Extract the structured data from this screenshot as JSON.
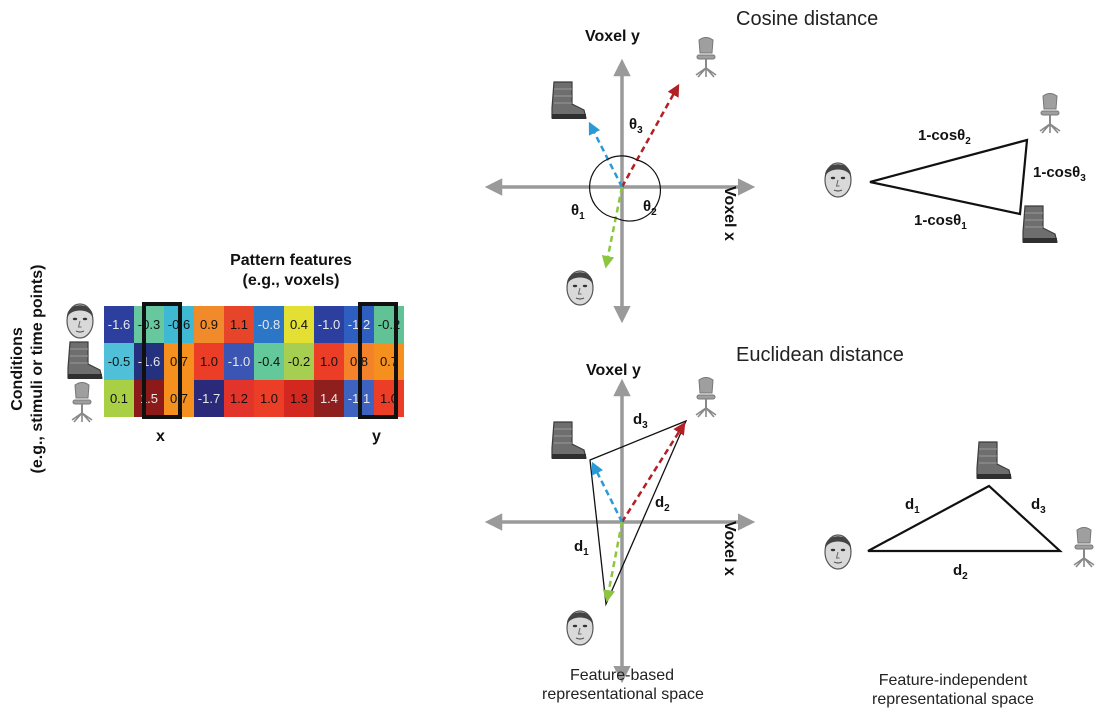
{
  "left": {
    "conditions_label": [
      "Conditions",
      "(e.g., stimuli or time points)"
    ],
    "features_title": [
      "Pattern features",
      "(e.g., voxels)"
    ],
    "col_x_label": "x",
    "col_y_label": "y",
    "matrix": [
      [
        "-1.6",
        "-0.3",
        "-0.6",
        "0.9",
        "1.1",
        "-0.8",
        "0.4",
        "-1.0",
        "-1.2",
        "-0.2"
      ],
      [
        "-0.5",
        "-1.6",
        "0.7",
        "1.0",
        "-1.0",
        "-0.4",
        "-0.2",
        "1.0",
        "0.8",
        "0.7"
      ],
      [
        "0.1",
        "1.5",
        "0.7",
        "-1.7",
        "1.2",
        "1.0",
        "1.3",
        "1.4",
        "-1.1",
        "1.0"
      ]
    ],
    "cell_colors": [
      [
        "#2c3f9e",
        "#67c79e",
        "#3fb8d4",
        "#f08a2a",
        "#e7452a",
        "#2c76c8",
        "#e3e033",
        "#2c3f9e",
        "#2e5fc0",
        "#61c295"
      ],
      [
        "#4fc0d8",
        "#23317e",
        "#f5901e",
        "#ec3d26",
        "#3a55b4",
        "#63c99a",
        "#a6cf52",
        "#ec3d26",
        "#f3822a",
        "#f5901e"
      ],
      [
        "#a9cf45",
        "#8c1a18",
        "#f5901e",
        "#2b2a7a",
        "#e2342a",
        "#ec3d26",
        "#d3281f",
        "#8e1f1d",
        "#3e62bf",
        "#ec3d26"
      ]
    ]
  },
  "cosine": {
    "title": "Cosine distance",
    "axis_y": "Voxel y",
    "axis_x": "Voxel x",
    "theta1": "θ",
    "theta1_sub": "1",
    "theta2": "θ",
    "theta2_sub": "2",
    "theta3": "θ",
    "theta3_sub": "3",
    "edge_top": "1-cosθ",
    "edge_top_sub": "2",
    "edge_right": "1-cosθ",
    "edge_right_sub": "3",
    "edge_bottom": "1-cosθ",
    "edge_bottom_sub": "1"
  },
  "euclid": {
    "title": "Euclidean distance",
    "axis_y": "Voxel y",
    "axis_x": "Voxel x",
    "d1": "d",
    "d1_sub": "1",
    "d2": "d",
    "d2_sub": "2",
    "d3": "d",
    "d3_sub": "3",
    "tri_d1": "d",
    "tri_d1_sub": "1",
    "tri_d2": "d",
    "tri_d2_sub": "2",
    "tri_d3": "d",
    "tri_d3_sub": "3"
  },
  "captions": {
    "feature_based": [
      "Feature-based",
      "representational space"
    ],
    "feature_independent": [
      "Feature-independent",
      "representational space"
    ]
  },
  "colors": {
    "axis": "#9a9a9a",
    "face_vector": "#8cc63f",
    "boot_vector": "#2a9ad6",
    "chair_vector": "#b21f24"
  },
  "icons": [
    "face-icon",
    "boot-icon",
    "chair-icon"
  ]
}
